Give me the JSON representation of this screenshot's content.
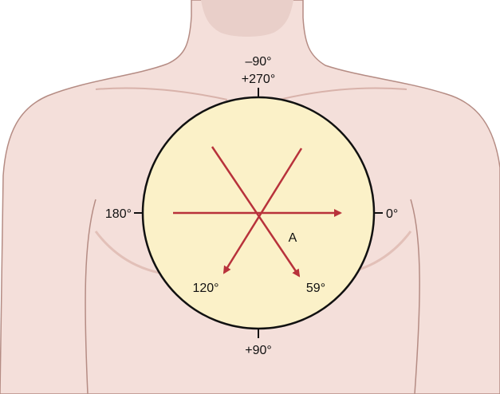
{
  "labels": {
    "top_minus90": "–90°",
    "top_plus270": "+270°",
    "left_180": "180°",
    "right_0": "0°",
    "bottom_plus90": "+90°",
    "lower_left_120": "120°",
    "lower_right_59": "59°",
    "vector_A": "A"
  },
  "colors": {
    "skin": "#f4dfda",
    "skin_shadow": "#e7c7c0",
    "skin_outline": "#b58c84",
    "circle_fill": "#fbf1c8",
    "circle_stroke": "#111111",
    "axis_red": "#b8323b"
  }
}
